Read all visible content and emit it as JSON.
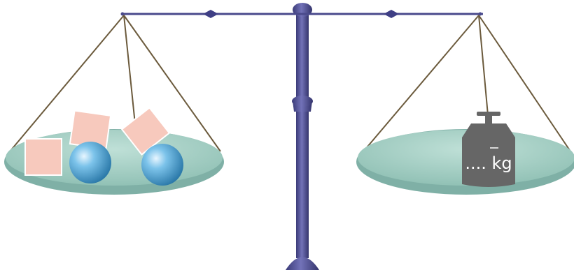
{
  "balance": {
    "weight_label": ".... kg",
    "left_pan_items": [
      "square",
      "square",
      "square",
      "ball",
      "ball"
    ],
    "right_pan_items": [
      "kg-weight"
    ]
  },
  "colors": {
    "beam": "#4a4a8c",
    "pan": "#a6cdc4",
    "pan_rim": "#7fb0a6",
    "string": "#6b5a3c",
    "square": "#f7c9bd",
    "ball": "#4aa7d8",
    "weight": "#666666"
  }
}
